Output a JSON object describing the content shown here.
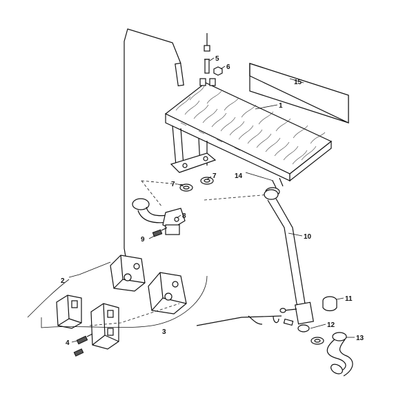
{
  "callouts": [
    "1",
    "2",
    "3",
    "4",
    "5",
    "6",
    "7",
    "7",
    "8",
    "9",
    "10",
    "11",
    "12",
    "13",
    "14",
    "15"
  ]
}
